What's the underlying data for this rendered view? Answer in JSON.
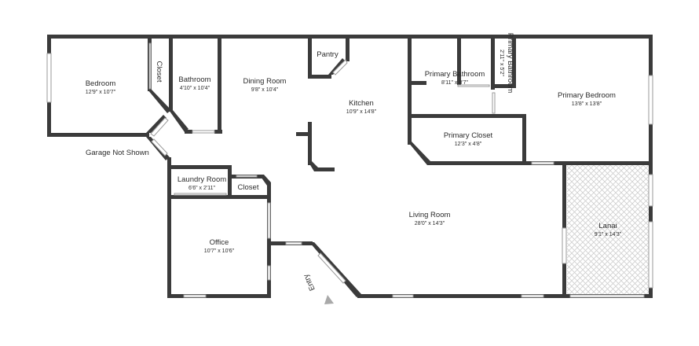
{
  "rooms": [
    {
      "key": "bedroom",
      "name": "Bedroom",
      "dim": "12'9\" x 10'7\""
    },
    {
      "key": "closet-left",
      "name": "Closet",
      "dim": ""
    },
    {
      "key": "bathroom",
      "name": "Bathroom",
      "dim": "4'10\" x 10'4\""
    },
    {
      "key": "dining",
      "name": "Dining Room",
      "dim": "9'8\" x 10'4\""
    },
    {
      "key": "pantry",
      "name": "Pantry",
      "dim": ""
    },
    {
      "key": "kitchen",
      "name": "Kitchen",
      "dim": "10'9\" x 14'8\""
    },
    {
      "key": "primary-bath",
      "name": "Primary Bathroom",
      "dim": "8'11\" x 8'7\""
    },
    {
      "key": "primary-bath-small",
      "name": "Primary Bathroom",
      "dim": "2'11\" x 5'2\""
    },
    {
      "key": "primary-bedroom",
      "name": "Primary Bedroom",
      "dim": "13'8\" x 13'8\""
    },
    {
      "key": "primary-closet",
      "name": "Primary Closet",
      "dim": "12'3\" x 4'8\""
    },
    {
      "key": "laundry",
      "name": "Laundry Room",
      "dim": "6'6\" x 2'11\""
    },
    {
      "key": "closet-mid",
      "name": "Closet",
      "dim": ""
    },
    {
      "key": "living",
      "name": "Living Room",
      "dim": "28'0\" x 14'3\""
    },
    {
      "key": "lanai",
      "name": "Lanai",
      "dim": "9'1\" x 14'3\""
    },
    {
      "key": "office",
      "name": "Office",
      "dim": "10'7\" x 10'6\""
    }
  ],
  "notes": {
    "garage": "Garage Not Shown",
    "entry": "Entry"
  },
  "colors": {
    "wall": "#3b3b3b",
    "lanai_tile": "#cfcfcf",
    "entry_arrow": "#a9a9a9"
  }
}
